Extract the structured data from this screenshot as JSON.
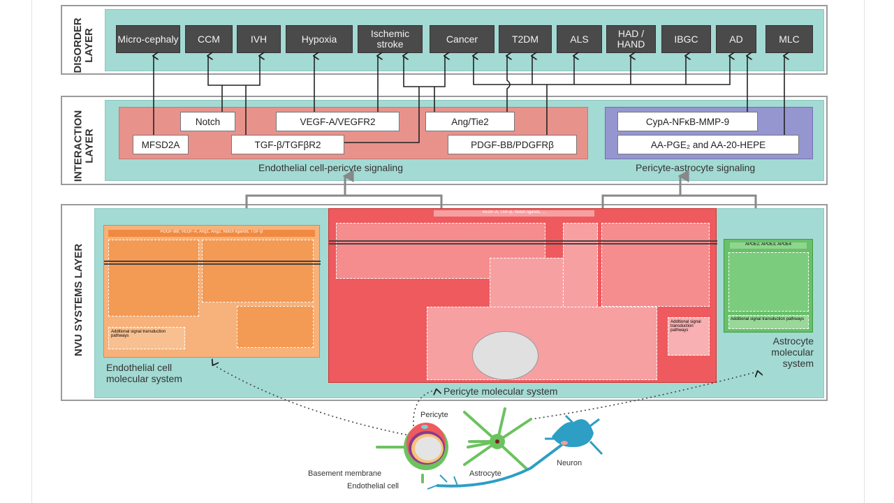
{
  "disorder_layer": {
    "label": "DISORDER LAYER",
    "disorders": [
      "Micro-cephaly",
      "CCM",
      "IVH",
      "Hypoxia",
      "Ischemic stroke",
      "Cancer",
      "T2DM",
      "ALS",
      "HAD / HAND",
      "IBGC",
      "AD",
      "MLC"
    ]
  },
  "interaction_layer": {
    "label": "INTERACTION LAYER",
    "ec_pericyte": {
      "caption": "Endothelial cell-pericyte signaling",
      "pathways": [
        "Notch",
        "VEGF-A/VEGFR2",
        "Ang/Tie2",
        "MFSD2A",
        "TGF-β/TGFβR2",
        "PDGF-BB/PDGFRβ"
      ]
    },
    "pericyte_astrocyte": {
      "caption": "Pericyte-astrocyte signaling",
      "pathways": [
        "CypA-NFκB-MMP-9",
        "AA-PGE₂ and AA-20-HEPE"
      ]
    }
  },
  "nvu_layer": {
    "label": "NVU SYSTEMS LAYER",
    "endothelial": "Endothelial cell molecular system",
    "endothelial_lines": [
      "Endothelial cell",
      "molecular system"
    ],
    "pericyte": "Pericyte molecular system",
    "astrocyte_lines": [
      "Astrocyte",
      "molecular",
      "system"
    ],
    "astrocyte_header": "APOE2, APOE3, APOE4",
    "pericyte_header": "VEGF-A, TGF-β, Notch ligands, ...",
    "endothelial_header": "PDGF-BB, VEGF-A, Ang1, Ang2, Notch ligands, TGF-β",
    "extra_pathways": "Additional signal transduction pathways"
  },
  "cell_illustration": {
    "labels": {
      "pericyte": "Pericyte",
      "astrocyte": "Astrocyte",
      "neuron": "Neuron",
      "basement": "Basement membrane",
      "endothelial": "Endothelial cell"
    }
  },
  "colors": {
    "teal": "#a3dad3",
    "ec_signal": "#e8928c",
    "pa_signal": "#9596d0",
    "disorder": "#4a4a4a",
    "endothelial": "#f6b27a",
    "pericyte": "#ee5a5e",
    "astrocyte": "#69c06a"
  }
}
